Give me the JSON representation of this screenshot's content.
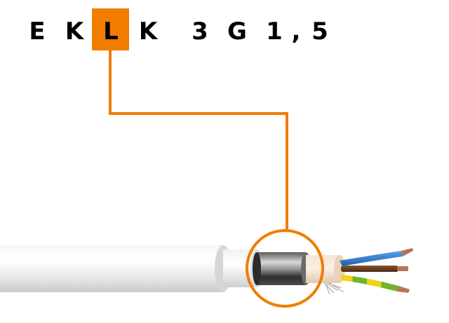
{
  "code": {
    "letters": [
      "E",
      "K",
      "L",
      "K",
      "3",
      "G",
      "1",
      ",",
      "5"
    ],
    "highlight_index": 2
  },
  "colors": {
    "accent": "#f07d00",
    "sheath": "#ececec",
    "text": "#000000",
    "wire_blue": "#2f7fd0",
    "wire_brown": "#6b3d1e",
    "wire_earth_green": "#6fb52c",
    "wire_earth_yellow": "#f2d11a",
    "copper": "#b8735a",
    "foil": "#3a3a3a",
    "inner_layer": "#f2dcc6"
  }
}
